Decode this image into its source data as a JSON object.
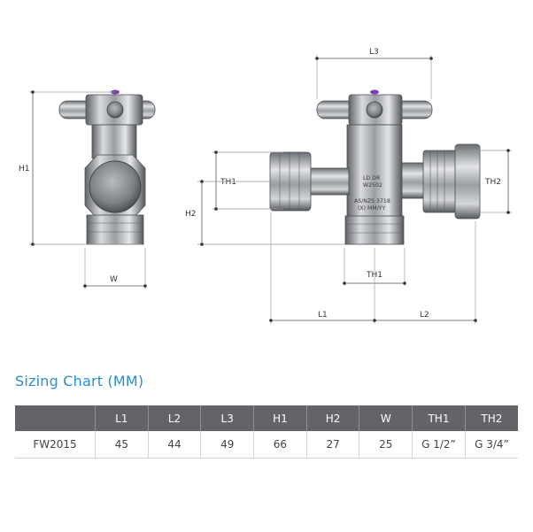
{
  "drawing_labels": {
    "left_view": {
      "h1": "H1",
      "w": "W"
    },
    "right_view": {
      "l3": "L3",
      "th1_side": "TH1",
      "h2": "H2",
      "th2": "TH2",
      "th1_bottom": "TH1",
      "l1": "L1",
      "l2": "L2"
    },
    "body_marking": [
      "LD DR",
      "W2502",
      "AS/NZS 3718",
      "(X) MM/YY"
    ]
  },
  "colors": {
    "accent": "#2a8fd1",
    "header_bg": "#646468",
    "handle_dot": "#7a3fb0"
  },
  "sizing_chart": {
    "title": "Sizing Chart (MM)",
    "headers": [
      "",
      "L1",
      "L2",
      "L3",
      "H1",
      "H2",
      "W",
      "TH1",
      "TH2"
    ],
    "rows": [
      [
        "FW2015",
        "45",
        "44",
        "49",
        "66",
        "27",
        "25",
        "G 1/2”",
        "G 3/4”"
      ]
    ]
  }
}
